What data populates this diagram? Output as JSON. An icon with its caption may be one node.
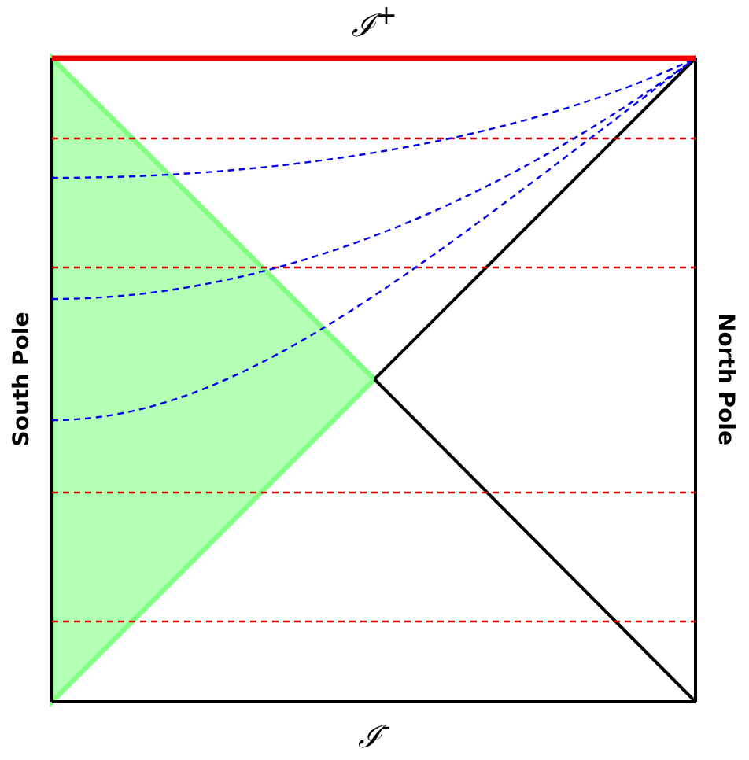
{
  "diagram": {
    "labels": [
      "ℐ$^{+}$",
      "South Pole",
      "North Pole",
      "ℐ$^{-}$"
    ]
  }
}
